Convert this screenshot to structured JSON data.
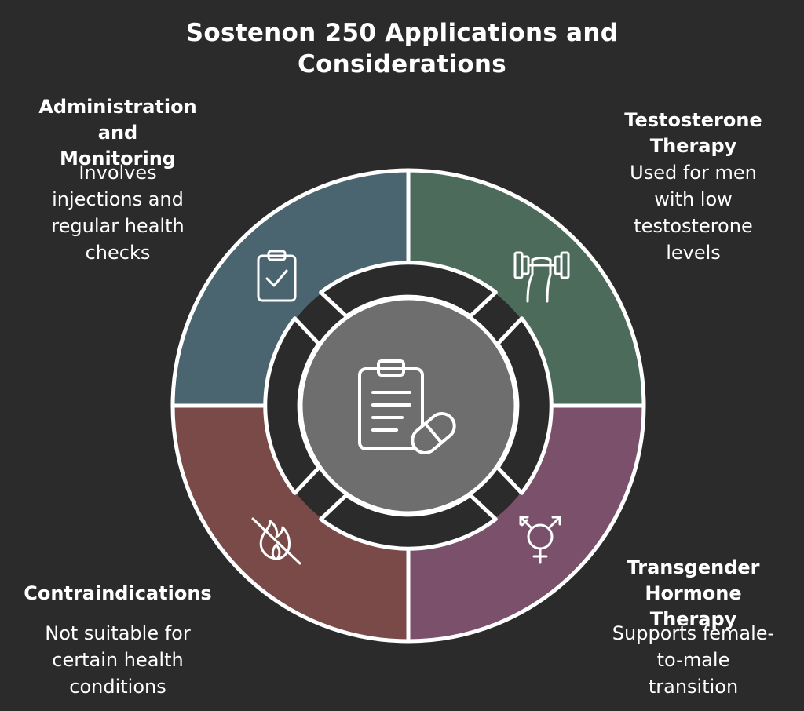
{
  "title": {
    "line1": "Sostenon 250 Applications and",
    "line2": "Considerations"
  },
  "colors": {
    "background": "#2b2b2b",
    "administration": "#4a6470",
    "testosterone": "#4d6b5b",
    "transgender": "#7a506a",
    "contraindications": "#7a4a48",
    "center": "#6e6e6e",
    "outline": "#ffffff"
  },
  "sections": {
    "administration": {
      "heading": [
        "Administration",
        "and",
        "Monitoring"
      ],
      "description": [
        "Involves",
        "injections and",
        "regular health",
        "checks"
      ],
      "icon": "clipboard-check-icon"
    },
    "testosterone": {
      "heading": [
        "Testosterone",
        "Therapy"
      ],
      "description": [
        "Used for men",
        "with low",
        "testosterone",
        "levels"
      ],
      "icon": "dumbbell-hand-icon"
    },
    "transgender": {
      "heading": [
        "Transgender",
        "Hormone",
        "Therapy"
      ],
      "description": [
        "Supports female-",
        "to-male",
        "transition"
      ],
      "icon": "transgender-symbol-icon"
    },
    "contraindications": {
      "heading": [
        "Contraindications"
      ],
      "description": [
        "Not suitable",
        "for",
        "certain health",
        "conditions"
      ],
      "icon": "no-fire-icon"
    }
  },
  "center": {
    "icon": "clipboard-pill-icon"
  }
}
